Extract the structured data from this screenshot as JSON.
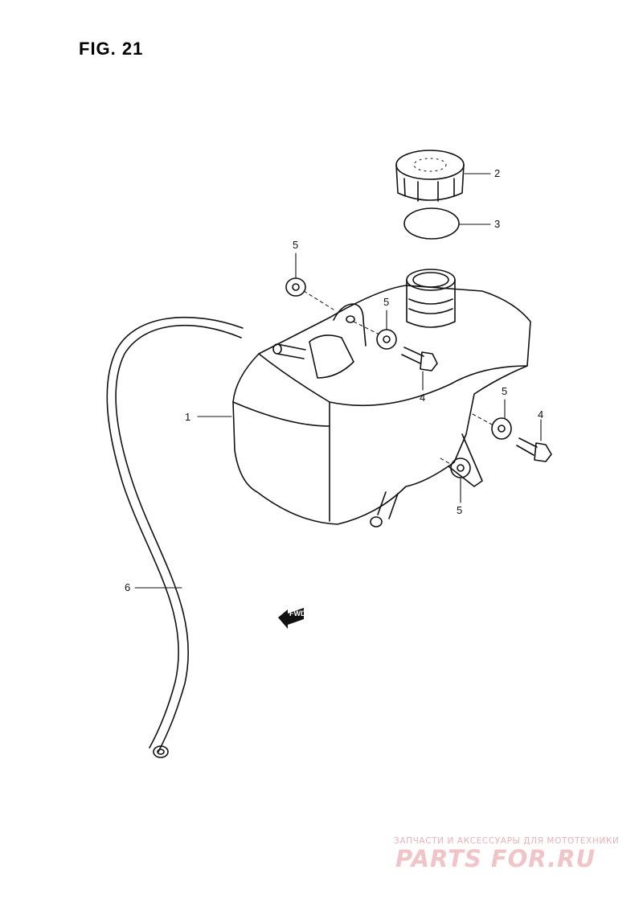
{
  "figure": {
    "title": "FIG. 21",
    "fwd_label": "FWD"
  },
  "callouts": [
    {
      "id": "1",
      "part": "reservoir-tank"
    },
    {
      "id": "2",
      "part": "tank-cap"
    },
    {
      "id": "3",
      "part": "cap-seal"
    },
    {
      "id": "4",
      "part": "bolt"
    },
    {
      "id": "5",
      "part": "washer"
    },
    {
      "id": "6",
      "part": "overflow-hose"
    }
  ],
  "watermark": {
    "tagline": "ЗАПЧАСТИ И АКСЕССУАРЫ ДЛЯ МОТОТЕХНИКИ",
    "brand": "PARTS FOR.RU"
  }
}
